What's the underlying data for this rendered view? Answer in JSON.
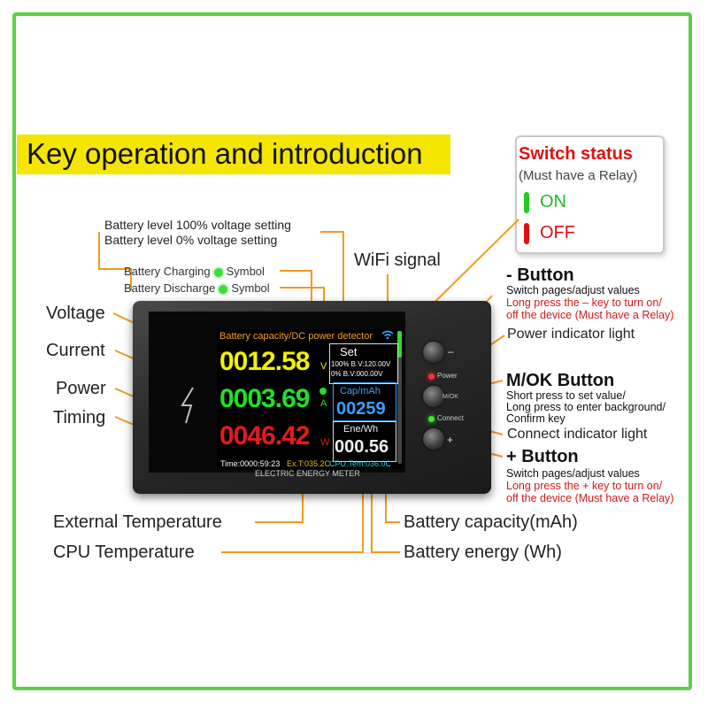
{
  "heading": "Key operation and introduction",
  "switch_status": {
    "title": "Switch status",
    "subtitle": "(Must have a Relay)",
    "on_label": "ON",
    "off_label": "OFF",
    "on_color": "#22cc22",
    "off_color": "#dd1111"
  },
  "labels": {
    "battery_level_100": "Battery level 100% voltage setting",
    "battery_level_0": "Battery level 0% voltage setting",
    "battery_charging": "Battery Charging",
    "battery_discharge": "Battery Discharge",
    "symbol": "Symbol",
    "wifi_signal": "WiFi signal",
    "voltage": "Voltage",
    "current": "Current",
    "power": "Power",
    "timing": "Timing",
    "external_temperature": "External Temperature",
    "cpu_temperature": "CPU Temperature",
    "battery_capacity": "Battery capacity(mAh)",
    "battery_energy": "Battery energy (Wh)",
    "power_indicator": "Power indicator light",
    "connect_indicator": "Connect indicator light"
  },
  "buttons": {
    "minus": {
      "title": "- Button",
      "desc": "Switch pages/adjust values",
      "long": "Long press the – key to turn on/",
      "long2": "off the device (Must have a Relay)"
    },
    "mok": {
      "title": "M/OK Button",
      "desc1": "Short press to set value/",
      "desc2": "Long press to enter background/",
      "desc3": "Confirm key"
    },
    "plus": {
      "title": "+ Button",
      "desc": "Switch pages/adjust values",
      "long": "Long press the + key to turn on/",
      "long2": "off the device (Must have a Relay)"
    }
  },
  "device": {
    "screen_title": "Battery capacity/DC power detector",
    "voltage_value": "0012.58",
    "voltage_unit": "V",
    "current_value": "0003.69",
    "current_unit": "A",
    "power_value": "0046.42",
    "power_unit": "W",
    "set_label": "Set",
    "set_100": "100% B.V:120.00V",
    "set_0": "0% B.V:000.00V",
    "cap_label": "Cap/mAh",
    "cap_value": "00259",
    "ene_label": "Ene/Wh",
    "ene_value": "000.56",
    "time": "Time:0000:59:23",
    "ext_temp": "Ex.T:035.2C",
    "cpu_temp": "CPU.Tem:036.0C",
    "model": "ELECTRIC ENERGY METER",
    "power_led": "Power",
    "mok_led": "M/OK",
    "connect_led": "Connect",
    "minus_key": "–",
    "plus_key": "+"
  },
  "colors": {
    "voltage": "#f2f200",
    "current": "#22e022",
    "power": "#e41b1b",
    "leader": "#f39a1a",
    "accent_green": "#5fcf4a"
  }
}
